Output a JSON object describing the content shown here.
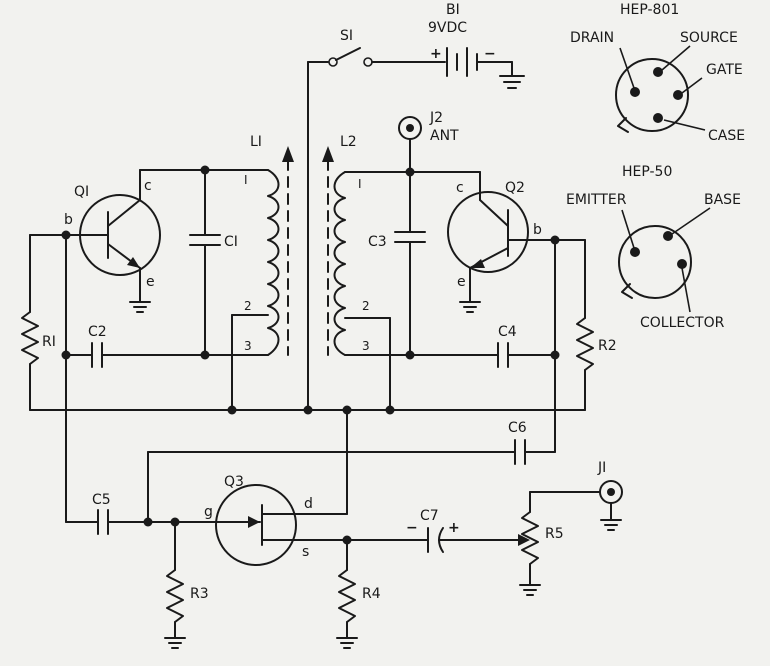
{
  "components": {
    "q1": "QI",
    "q2": "Q2",
    "q3": "Q3",
    "l1": "LI",
    "l2": "L2",
    "c1": "CI",
    "c2": "C2",
    "c3": "C3",
    "c4": "C4",
    "c5": "C5",
    "c6": "C6",
    "c7": "C7",
    "r1": "RI",
    "r2": "R2",
    "r3": "R3",
    "r4": "R4",
    "r5": "R5",
    "s1": "SI",
    "b1": "BI",
    "b1_value": "9VDC",
    "j1": "JI",
    "j2": "J2",
    "j2_sub": "ANT"
  },
  "pins": {
    "b": "b",
    "c": "c",
    "e": "e",
    "g": "g",
    "d": "d",
    "s": "s"
  },
  "taps": {
    "t1": "I",
    "t2": "2",
    "t3": "3"
  },
  "polarity": {
    "plus": "+",
    "minus": "−"
  },
  "pinouts": {
    "hep801": {
      "title": "HEP-801",
      "drain": "DRAIN",
      "source": "SOURCE",
      "gate": "GATE",
      "case": "CASE"
    },
    "hep50": {
      "title": "HEP-50",
      "emitter": "EMITTER",
      "base": "BASE",
      "collector": "COLLECTOR"
    }
  },
  "colors": {
    "ink": "#1a1a1a",
    "paper": "#f2f2ef"
  }
}
